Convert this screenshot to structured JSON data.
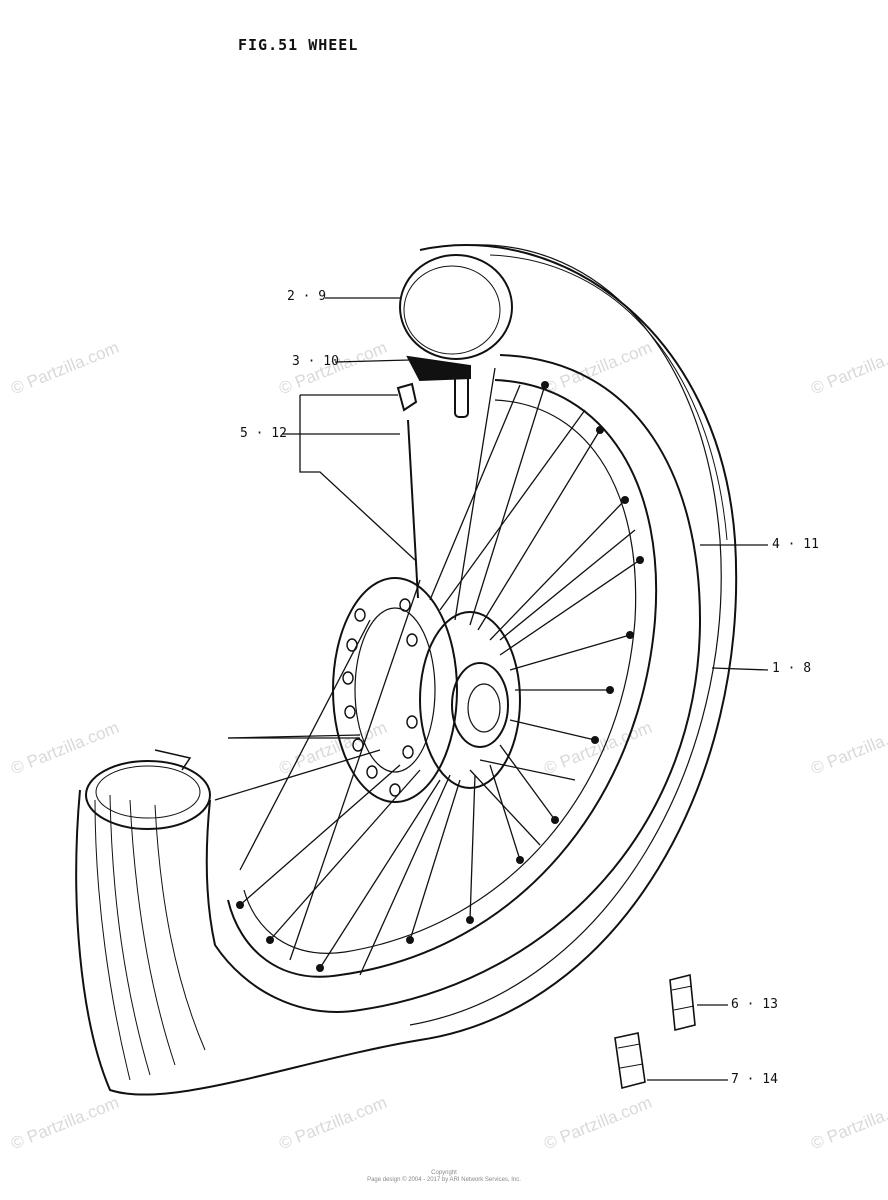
{
  "figure": {
    "title": "FIG.51  WHEEL"
  },
  "callouts": {
    "tire_cap": "2 · 9",
    "rim_band": "3 · 10",
    "spoke": "5 · 12",
    "tube": "4 · 11",
    "rim": "1 · 8",
    "valve_nut_a": "6 · 13",
    "valve_nut_b": "7 · 14"
  },
  "watermark": {
    "text": "© Partzilla.com"
  },
  "footer": {
    "line1": "Copyright",
    "line2": "Page design © 2004 - 2017 by ARI Network Services, Inc."
  }
}
